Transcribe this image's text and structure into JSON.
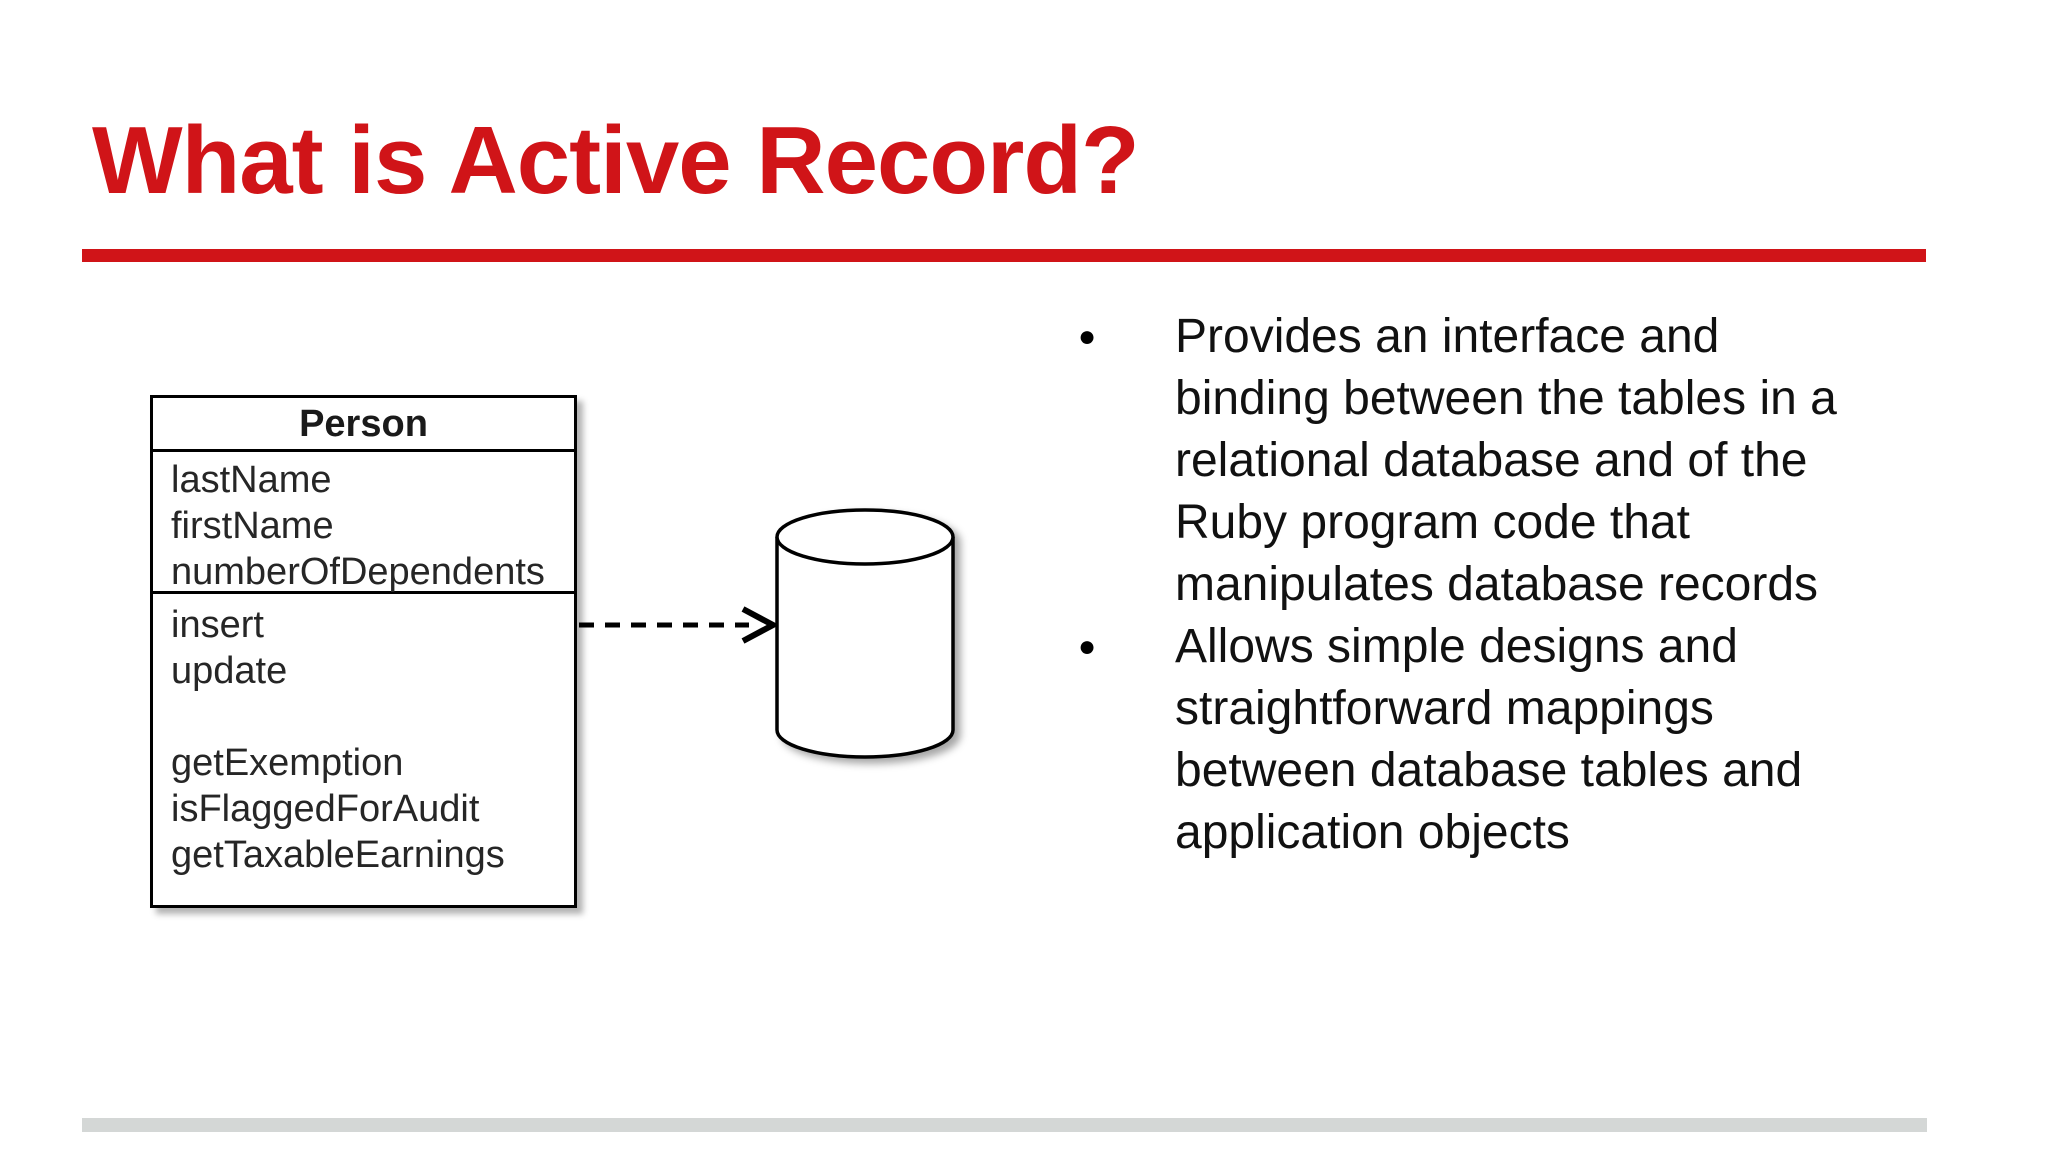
{
  "slide": {
    "title": "What is Active Record?",
    "accent_color": "#d01418",
    "footer_bar_color": "#d4d7d6"
  },
  "diagram": {
    "class_name": "Person",
    "attributes": [
      "lastName",
      "firstName",
      "numberOfDependents"
    ],
    "methods_primary": [
      "insert",
      "update"
    ],
    "methods_secondary": [
      "getExemption",
      "isFlaggedForAudit",
      "getTaxableEarnings"
    ],
    "icons": {
      "database": "database-cylinder-icon",
      "connector": "dashed-arrow-icon"
    }
  },
  "bullets": [
    {
      "lines": [
        "Provides an interface and",
        "binding between the tables in a",
        "relational database and of the",
        "Ruby program code that",
        "manipulates database records"
      ]
    },
    {
      "lines": [
        "Allows simple designs and",
        "straightforward mappings",
        "between database tables and",
        "application objects"
      ]
    }
  ]
}
